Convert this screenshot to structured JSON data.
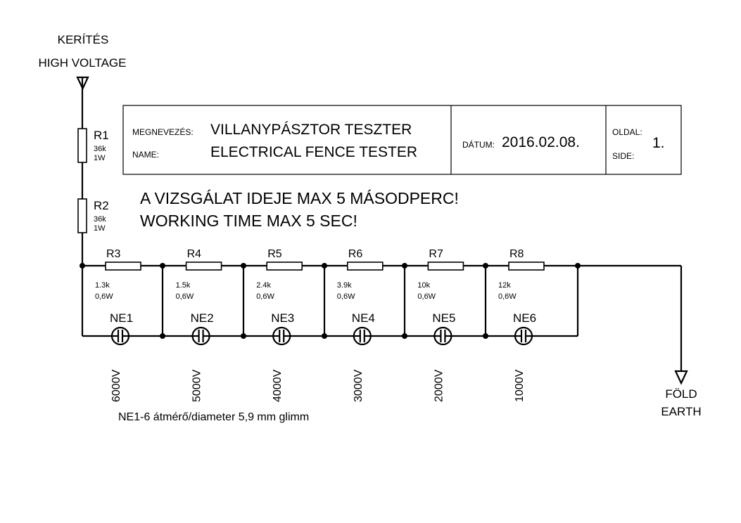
{
  "input": {
    "label_1": "KERÍTÉS",
    "label_2": "HIGH VOLTAGE"
  },
  "output": {
    "label_1": "FÖLD",
    "label_2": "EARTH"
  },
  "title_block": {
    "name_label_hu": "MEGNEVEZÉS:",
    "name_label_en": "NAME:",
    "name_hu": "VILLANYPÁSZTOR TESZTER",
    "name_en": "ELECTRICAL FENCE TESTER",
    "date_label": "DÁTUM:",
    "date": "2016.02.08.",
    "page_label_hu": "OLDAL:",
    "page_label_en": "SIDE:",
    "page": "1."
  },
  "warning": {
    "hu": "A VIZSGÁLAT IDEJE MAX 5 MÁSODPERC!",
    "en": "WORKING TIME MAX 5 SEC!"
  },
  "series_resistors": [
    {
      "name": "R1",
      "value": "36k",
      "power": "1W"
    },
    {
      "name": "R2",
      "value": "36k",
      "power": "1W"
    }
  ],
  "stages": [
    {
      "resistor": "R3",
      "value": "1.3k",
      "power": "0,6W",
      "lamp": "NE1",
      "voltage": "6000V"
    },
    {
      "resistor": "R4",
      "value": "1.5k",
      "power": "0,6W",
      "lamp": "NE2",
      "voltage": "5000V"
    },
    {
      "resistor": "R5",
      "value": "2.4k",
      "power": "0,6W",
      "lamp": "NE3",
      "voltage": "4000V"
    },
    {
      "resistor": "R6",
      "value": "3.9k",
      "power": "0,6W",
      "lamp": "NE4",
      "voltage": "3000V"
    },
    {
      "resistor": "R7",
      "value": "10k",
      "power": "0,6W",
      "lamp": "NE5",
      "voltage": "2000V"
    },
    {
      "resistor": "R8",
      "value": "12k",
      "power": "0,6W",
      "lamp": "NE6",
      "voltage": "1000V"
    }
  ],
  "note": "NE1-6  átmérő/diameter 5,9 mm glimm"
}
